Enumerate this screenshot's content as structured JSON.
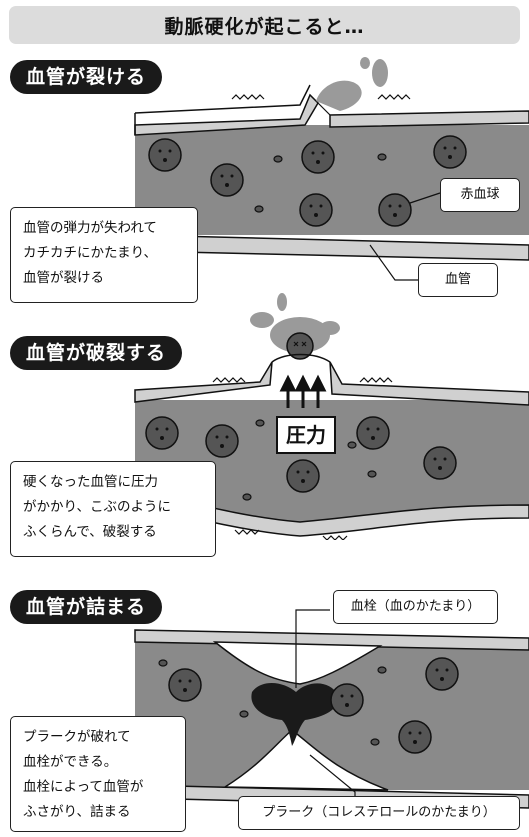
{
  "title": "動脈硬化が起こると…",
  "sections": [
    {
      "heading": "血管が裂ける",
      "description": "血管の弾力が失われて\nカチカチにかたまり、\n血管が裂ける",
      "labels": {
        "rbc": "赤血球",
        "vessel": "血管"
      }
    },
    {
      "heading": "血管が破裂する",
      "description": "硬くなった血管に圧力\nがかかり、こぶのように\nふくらんで、破裂する",
      "labels": {
        "pressure": "圧力"
      }
    },
    {
      "heading": "血管が詰まる",
      "description": "プラークが破れて\n血栓ができる。\n血栓によって血管が\nふさがり、詰まる",
      "labels": {
        "thrombus": "血栓（血のかたまり）",
        "plaque": "プラーク（コレステロールのかたまり）"
      }
    }
  ],
  "colors": {
    "vessel_wall": "#d0d0d0",
    "blood": "#8a8a8a",
    "cell": "#555555",
    "dark": "#1a1a1a",
    "title_bg": "#dcdcdc"
  }
}
